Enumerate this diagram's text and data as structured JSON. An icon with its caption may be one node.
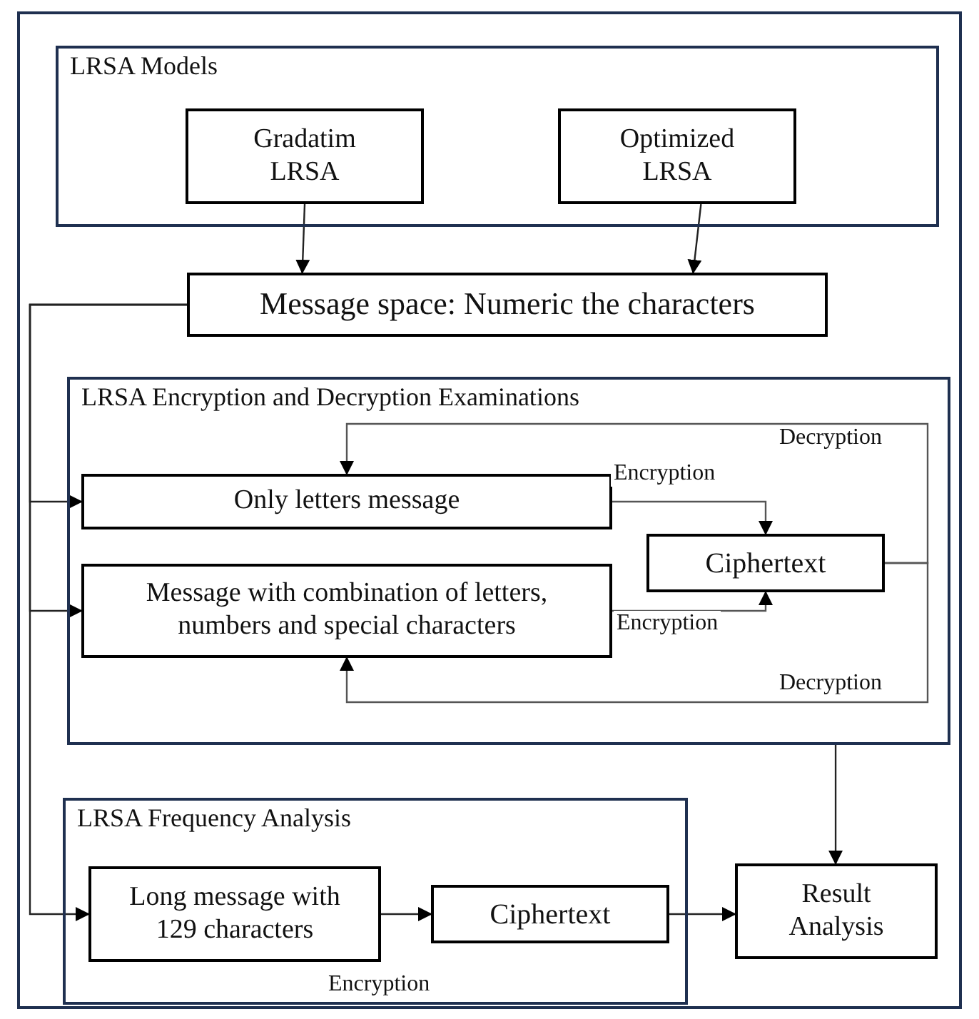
{
  "diagram": {
    "nodes": [
      {
        "text": [
          "LRSA Models"
        ]
      },
      {
        "text": [
          "Gradatim LRSA"
        ],
        "in": 0
      },
      {
        "text": [
          "Optimized LRSA"
        ],
        "in": 0
      },
      {
        "text": [
          "Message space: Numeric the characters"
        ]
      },
      {
        "text": [
          "LRSA Encryption and Decryption Examinations"
        ]
      },
      {
        "text": [
          "Only letters message"
        ],
        "in": 4
      },
      {
        "text": [
          "Ciphertext"
        ],
        "in": 4
      },
      {
        "text": [
          "Message with combination of letters, numbers and special characters"
        ],
        "in": 4
      },
      {
        "text": [
          "LRSA Frequency Analysis"
        ]
      },
      {
        "text": [
          "Long message with 129 characters"
        ],
        "in": 8
      },
      {
        "text": [
          "Ciphertext"
        ],
        "in": 8
      },
      {
        "text": [
          "Result Analysis"
        ]
      }
    ],
    "edges": [
      {
        "from": 1,
        "to": 3,
        "arrow": "to"
      },
      {
        "from": 2,
        "to": 3,
        "arrow": "to"
      },
      {
        "from": 3,
        "to": 5,
        "arrow": "to"
      },
      {
        "from": 3,
        "to": 7,
        "arrow": "to"
      },
      {
        "from": 3,
        "to": 9,
        "arrow": "to"
      },
      {
        "from": 5,
        "to": 6,
        "arrow": "to",
        "label": "Encryption"
      },
      {
        "from": 7,
        "to": 6,
        "arrow": "to",
        "label": "Encryption"
      },
      {
        "from": 6,
        "to": 5,
        "arrow": "to",
        "label": "Decryption"
      },
      {
        "from": 6,
        "to": 7,
        "arrow": "to",
        "label": "Decryption"
      },
      {
        "from": 4,
        "to": 11,
        "arrow": "to"
      },
      {
        "from": 9,
        "to": 10,
        "arrow": "to"
      },
      {
        "from": 10,
        "to": 11,
        "arrow": "to"
      }
    ],
    "labels": [
      "Encryption"
    ]
  }
}
